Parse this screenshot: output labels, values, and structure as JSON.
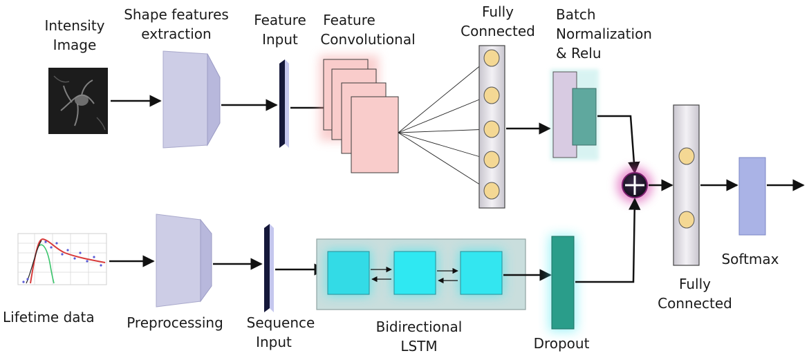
{
  "labels": {
    "intensity_image": [
      "Intensity",
      "Image"
    ],
    "shape_features": [
      "Shape features",
      "extraction"
    ],
    "feature_input": [
      "Feature",
      "Input"
    ],
    "feature_conv": [
      "Feature",
      "Convolutional"
    ],
    "fully_connected_top": [
      "Fully",
      "Connected"
    ],
    "batch_norm": [
      "Batch",
      "Normalization",
      "& Relu"
    ],
    "lifetime_data": "Lifetime data",
    "preprocessing": "Preprocessing",
    "sequence_input": [
      "Sequence",
      "Input"
    ],
    "bilstm": [
      "Bidirectional",
      "LSTM"
    ],
    "dropout": "Dropout",
    "fully_connected_bottom": [
      "Fully",
      "Connected"
    ],
    "softmax": "Softmax"
  },
  "colors": {
    "conv": "#f9cccb",
    "lstm": "#33e6f0",
    "lstm_group": "#c9dedd",
    "dropout": "#2a9d8a",
    "batch_a": "#d8cbe2",
    "batch_b": "#5fa89e",
    "fc": "#e2dfe6",
    "node": "#f4d894",
    "softmax": "#aab3e6",
    "input_bar": "#141a3a",
    "trapezoid": "#cfd0e8",
    "merge": "#d63aa8"
  },
  "icons": {
    "merge": "plus-circle-icon"
  }
}
